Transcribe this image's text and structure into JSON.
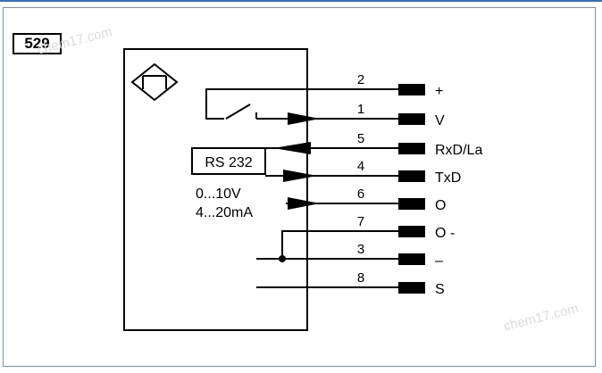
{
  "figure_id": "529",
  "watermark": "chem17.com",
  "rs232_label": "RS 232",
  "analog_labels": {
    "voltage": "0...10V",
    "current": "4...20mA"
  },
  "pins": [
    {
      "number": "2",
      "signal": "+"
    },
    {
      "number": "1",
      "signal": "V"
    },
    {
      "number": "5",
      "signal": "RxD/La"
    },
    {
      "number": "4",
      "signal": "TxD"
    },
    {
      "number": "6",
      "signal": "O"
    },
    {
      "number": "7",
      "signal": "O -"
    },
    {
      "number": "3",
      "signal": "–"
    },
    {
      "number": "8",
      "signal": "S"
    }
  ]
}
